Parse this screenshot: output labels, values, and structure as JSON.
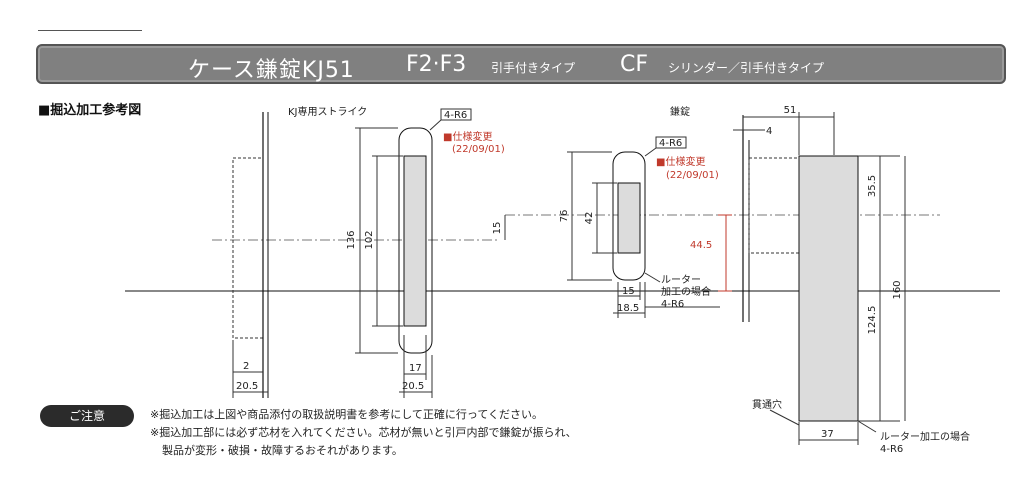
{
  "header": {
    "title": "ケース鎌錠KJ51",
    "model_f": "F2·F3",
    "sub1": "引手付きタイプ",
    "model_cf": "CF",
    "sub2": "シリンダー／引手付きタイプ"
  },
  "section_title": "■掘込加工参考図",
  "labels": {
    "strike": "KJ専用ストライク",
    "lock": "鎌錠",
    "r6_a": "4-R6",
    "spec_a": "■仕様変更",
    "date_a": "(22/09/01)",
    "r6_b": "4-R6",
    "spec_b": "■仕様変更",
    "date_b": "(22/09/01)",
    "router1": "ルーター",
    "router2": "加工の場合",
    "router3": "4-R6",
    "through": "貫通穴",
    "router_bottom": "ルーター加工の場合",
    "router_bottom_r": "4-R6",
    "annotation": "44.5"
  },
  "dims": {
    "d136": "136",
    "d102": "102",
    "d15a": "15",
    "d76": "76",
    "d42": "42",
    "d51": "51",
    "d4": "4",
    "d35_5": "35.5",
    "d160": "160",
    "d124_5": "124.5",
    "d2": "2",
    "d20_5a": "20.5",
    "d17": "17",
    "d20_5b": "20.5",
    "d15b": "15",
    "d18_5": "18.5",
    "d37": "37"
  },
  "caution": {
    "label": "ご注意",
    "line1": "※掘込加工は上図や商品添付の取扱説明書を参考にして正確に行ってください。",
    "line2": "※掘込加工部には必ず芯材を入れてください。芯材が無いと引戸内部で鎌錠が振られ、",
    "line3": "製品が変形・破損・故障するおそれがあります。"
  },
  "colors": {
    "banner": "#808080",
    "red": "#c0392b",
    "part_fill": "#dcdcdc"
  }
}
